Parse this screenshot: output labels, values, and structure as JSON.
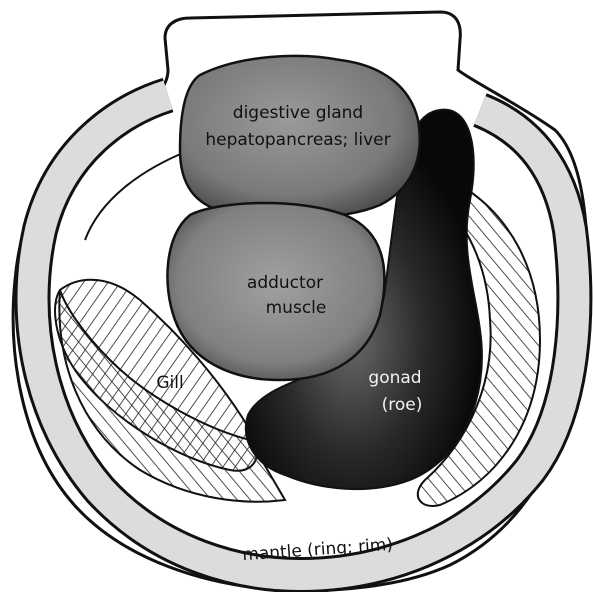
{
  "labels": {
    "digestive_gland": "digestive gland",
    "hepatopancreas": "hepatopancreas; liver",
    "adductor": "adductor",
    "muscle": "muscle",
    "gill": "Gill",
    "gonad": "gonad",
    "roe": "(roe)",
    "mantle": "mantle (ring; rim)"
  }
}
